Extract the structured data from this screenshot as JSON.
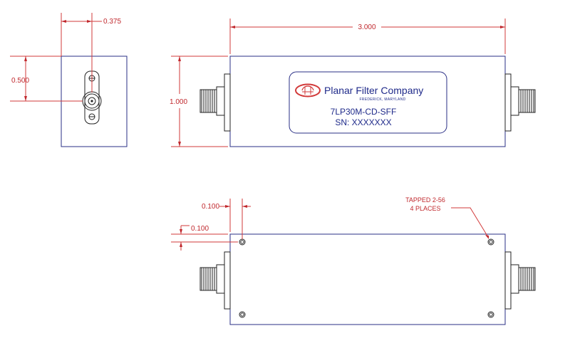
{
  "dimensions": {
    "end_width": "0.375",
    "end_height": "0.500",
    "body_length": "3.000",
    "body_height": "1.000",
    "hole_x": "0.100",
    "hole_y": "0.100"
  },
  "note": {
    "line1": "TAPPED 2-56",
    "line2": "4 PLACES"
  },
  "label": {
    "company": "Planar Filter Company",
    "location": "FREDERICK, MARYLAND",
    "part_number": "7LP30M-CD-SFF",
    "serial": "SN: XXXXXXX"
  },
  "colors": {
    "outline": "#2a2f86",
    "dimension": "#c0282d",
    "logo": "#d23a3a"
  }
}
